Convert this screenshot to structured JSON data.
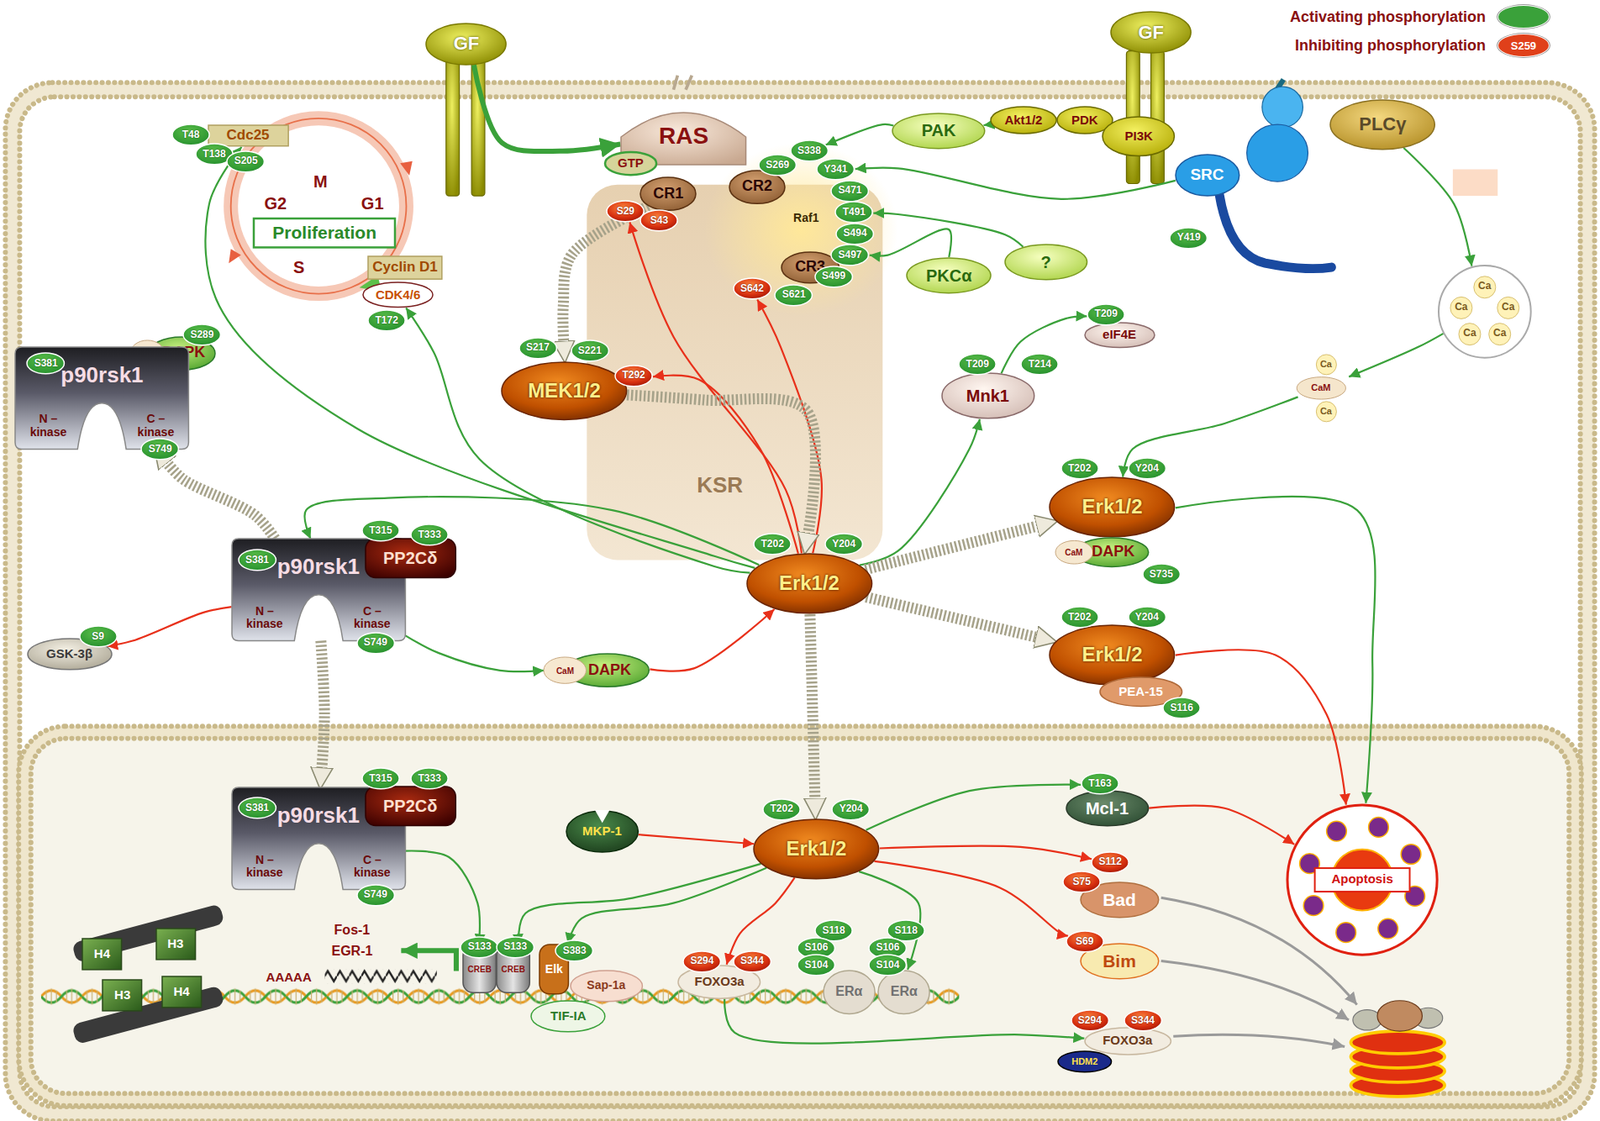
{
  "diagram": {
    "nodes": [
      {
        "text": [
          "GF"
        ]
      },
      {
        "text": [
          "GF"
        ]
      },
      {
        "text": [
          "RAS"
        ]
      },
      {
        "text": [
          "GTP"
        ]
      },
      {
        "text": [
          "CR1"
        ]
      },
      {
        "text": [
          "CR2"
        ]
      },
      {
        "text": [
          "CR3"
        ]
      },
      {
        "text": [
          "KSR"
        ]
      },
      {
        "text": [
          "MEK1/2"
        ],
        "in": 7
      },
      {
        "text": [
          "S217"
        ]
      },
      {
        "text": [
          "S221"
        ]
      },
      {
        "text": [
          "T292"
        ]
      },
      {
        "text": [
          "S269"
        ]
      },
      {
        "text": [
          "S338"
        ]
      },
      {
        "text": [
          "Y341"
        ]
      },
      {
        "text": [
          "S471"
        ]
      },
      {
        "text": [
          "T491"
        ]
      },
      {
        "text": [
          "S494"
        ]
      },
      {
        "text": [
          "S497"
        ]
      },
      {
        "text": [
          "S499"
        ]
      },
      {
        "text": [
          "S621"
        ]
      },
      {
        "text": [
          "S642"
        ]
      },
      {
        "text": [
          "S29"
        ]
      },
      {
        "text": [
          "S43"
        ]
      },
      {
        "text": [
          "Erk1/2"
        ]
      },
      {
        "text": [
          "T202"
        ]
      },
      {
        "text": [
          "Y204"
        ]
      },
      {
        "text": [
          "Cdc25"
        ]
      },
      {
        "text": [
          "T48"
        ]
      },
      {
        "text": [
          "T138"
        ]
      },
      {
        "text": [
          "S205"
        ]
      },
      {
        "text": [
          "Proliferation"
        ]
      },
      {
        "text": [
          "Cyclin D1"
        ]
      },
      {
        "text": [
          "CDK4/6"
        ]
      },
      {
        "text": [
          "T172"
        ]
      },
      {
        "text": [
          "CaM",
          "DAPK"
        ]
      },
      {
        "text": [
          "S289"
        ]
      },
      {
        "text": [
          "p90rsk1",
          "N – kinase",
          "C – kinase"
        ]
      },
      {
        "text": [
          "S381"
        ]
      },
      {
        "text": [
          "S749"
        ]
      },
      {
        "text": [
          "p90rsk1",
          "N – kinase",
          "C – kinase"
        ]
      },
      {
        "text": [
          "S381"
        ]
      },
      {
        "text": [
          "PP2Cδ"
        ]
      },
      {
        "text": [
          "T315"
        ]
      },
      {
        "text": [
          "T333"
        ]
      },
      {
        "text": [
          "S749"
        ]
      },
      {
        "text": [
          "GSK-3β"
        ]
      },
      {
        "text": [
          "S9"
        ]
      },
      {
        "text": [
          "CaM",
          "DAPK"
        ]
      },
      {
        "text": [
          "Mnk1"
        ]
      },
      {
        "text": [
          "T209"
        ]
      },
      {
        "text": [
          "T214"
        ]
      },
      {
        "text": [
          "eIF4E"
        ]
      },
      {
        "text": [
          "T209"
        ]
      },
      {
        "text": [
          "PAK"
        ]
      },
      {
        "text": [
          "Akt1/2"
        ]
      },
      {
        "text": [
          "PDK"
        ]
      },
      {
        "text": [
          "PI3K"
        ]
      },
      {
        "text": [
          "SRC"
        ]
      },
      {
        "text": [
          "Y419"
        ]
      },
      {
        "text": [
          "PLCγ"
        ]
      },
      {
        "text": [
          "?"
        ]
      },
      {
        "text": [
          "PKCα"
        ]
      },
      {
        "text": [
          "Ca",
          "Ca",
          "Ca",
          "Ca",
          "Ca"
        ]
      },
      {
        "text": [
          "Ca",
          "CaM",
          "Ca"
        ]
      },
      {
        "text": [
          "Erk1/2"
        ]
      },
      {
        "text": [
          "T202"
        ]
      },
      {
        "text": [
          "Y204"
        ]
      },
      {
        "text": [
          "CaM",
          "DAPK"
        ]
      },
      {
        "text": [
          "S735"
        ]
      },
      {
        "text": [
          "Erk1/2"
        ]
      },
      {
        "text": [
          "T202"
        ]
      },
      {
        "text": [
          "Y204"
        ]
      },
      {
        "text": [
          "PEA-15"
        ]
      },
      {
        "text": [
          "S116"
        ]
      },
      {
        "text": [
          "p90rsk1",
          "N – kinase",
          "C – kinase"
        ]
      },
      {
        "text": [
          "S381"
        ]
      },
      {
        "text": [
          "PP2Cδ"
        ]
      },
      {
        "text": [
          "T315"
        ]
      },
      {
        "text": [
          "T333"
        ]
      },
      {
        "text": [
          "S749"
        ]
      },
      {
        "text": [
          "MKP-1"
        ]
      },
      {
        "text": [
          "Erk1/2"
        ]
      },
      {
        "text": [
          "T202"
        ]
      },
      {
        "text": [
          "Y204"
        ]
      },
      {
        "text": [
          "Mcl-1"
        ]
      },
      {
        "text": [
          "T163"
        ]
      },
      {
        "text": [
          "Bad"
        ]
      },
      {
        "text": [
          "S112"
        ]
      },
      {
        "text": [
          "S75"
        ]
      },
      {
        "text": [
          "Bim"
        ]
      },
      {
        "text": [
          "S69"
        ]
      },
      {
        "text": [
          "Apoptosis"
        ]
      },
      {
        "text": [
          "CREB"
        ]
      },
      {
        "text": [
          "CREB"
        ]
      },
      {
        "text": [
          "S133"
        ]
      },
      {
        "text": [
          "S133"
        ]
      },
      {
        "text": [
          "Elk"
        ]
      },
      {
        "text": [
          "S383"
        ]
      },
      {
        "text": [
          "Sap-1a"
        ]
      },
      {
        "text": [
          "TIF-IA"
        ]
      },
      {
        "text": [
          "FOXO3a"
        ]
      },
      {
        "text": [
          "S294"
        ]
      },
      {
        "text": [
          "S344"
        ]
      },
      {
        "text": [
          "ERα"
        ]
      },
      {
        "text": [
          "S118"
        ]
      },
      {
        "text": [
          "S106"
        ]
      },
      {
        "text": [
          "S104"
        ]
      },
      {
        "text": [
          "ERα"
        ]
      },
      {
        "text": [
          "S118"
        ]
      },
      {
        "text": [
          "S106"
        ]
      },
      {
        "text": [
          "S104"
        ]
      },
      {
        "text": [
          "FOXO3a"
        ]
      },
      {
        "text": [
          "S294"
        ]
      },
      {
        "text": [
          "S344"
        ]
      },
      {
        "text": [
          "HDM2"
        ]
      },
      {
        "text": [
          "H4"
        ]
      },
      {
        "text": [
          "H3"
        ]
      },
      {
        "text": [
          "H3"
        ]
      },
      {
        "text": [
          "H4"
        ]
      }
    ],
    "edges": [
      {
        "from": 0,
        "to": 2,
        "arrow": "to"
      },
      {
        "from": 24,
        "to": 27,
        "arrow": "to"
      },
      {
        "from": 24,
        "to": 33,
        "arrow": "to"
      },
      {
        "from": 24,
        "to": 40,
        "arrow": "to"
      },
      {
        "from": 24,
        "to": 22,
        "arrow": "to"
      },
      {
        "from": 24,
        "to": 21,
        "arrow": "to"
      },
      {
        "from": 24,
        "to": 11,
        "arrow": "to"
      },
      {
        "from": 24,
        "to": 49,
        "arrow": "to"
      },
      {
        "from": 24,
        "to": 65,
        "arrow": "to"
      },
      {
        "from": 24,
        "to": 70,
        "arrow": "to"
      },
      {
        "from": 24,
        "to": 82,
        "arrow": "to"
      },
      {
        "from": 8,
        "to": 24,
        "arrow": "to"
      },
      {
        "from": 4,
        "to": 8,
        "arrow": "to"
      },
      {
        "from": 48,
        "to": 24,
        "arrow": "to"
      },
      {
        "from": 40,
        "to": 48,
        "arrow": "to"
      },
      {
        "from": 40,
        "to": 46,
        "arrow": "to"
      },
      {
        "from": 40,
        "to": 37,
        "arrow": "to"
      },
      {
        "from": 40,
        "to": 75,
        "arrow": "to"
      },
      {
        "from": 49,
        "to": 53,
        "arrow": "to"
      },
      {
        "from": 54,
        "to": 13,
        "arrow": "to"
      },
      {
        "from": 55,
        "to": 54,
        "arrow": "to"
      },
      {
        "from": 58,
        "to": 14,
        "arrow": "to"
      },
      {
        "from": 61,
        "to": 16,
        "arrow": "to"
      },
      {
        "from": 62,
        "to": 18,
        "arrow": "to"
      },
      {
        "from": 60,
        "to": 63,
        "arrow": "to"
      },
      {
        "from": 63,
        "to": 64,
        "arrow": "to"
      },
      {
        "from": 64,
        "to": 65,
        "arrow": "to"
      },
      {
        "from": 65,
        "to": 92,
        "arrow": "to"
      },
      {
        "from": 70,
        "to": 92,
        "arrow": "to"
      },
      {
        "from": 85,
        "to": 92,
        "arrow": "to"
      },
      {
        "from": 81,
        "to": 82,
        "arrow": "to"
      },
      {
        "from": 75,
        "to": 93,
        "arrow": "to"
      },
      {
        "from": 82,
        "to": 94,
        "arrow": "to"
      },
      {
        "from": 82,
        "to": 97,
        "arrow": "to"
      },
      {
        "from": 82,
        "to": 101,
        "arrow": "to"
      },
      {
        "from": 82,
        "to": 108,
        "arrow": "to"
      },
      {
        "from": 82,
        "to": 86,
        "arrow": "to"
      },
      {
        "from": 82,
        "to": 88,
        "arrow": "to"
      },
      {
        "from": 82,
        "to": 91,
        "arrow": "to"
      },
      {
        "from": 101,
        "to": 112,
        "arrow": "to"
      }
    ],
    "labels": [
      "Raf1",
      "M",
      "G1",
      "G2",
      "S",
      "Fos-1",
      "EGR-1",
      "AAAAA",
      "S259"
    ],
    "legend": [
      {
        "text": "Activating phosphorylation",
        "color": "#3aa13a"
      },
      {
        "text": "Inhibiting phosphorylation",
        "color": "#e0401a"
      }
    ]
  }
}
